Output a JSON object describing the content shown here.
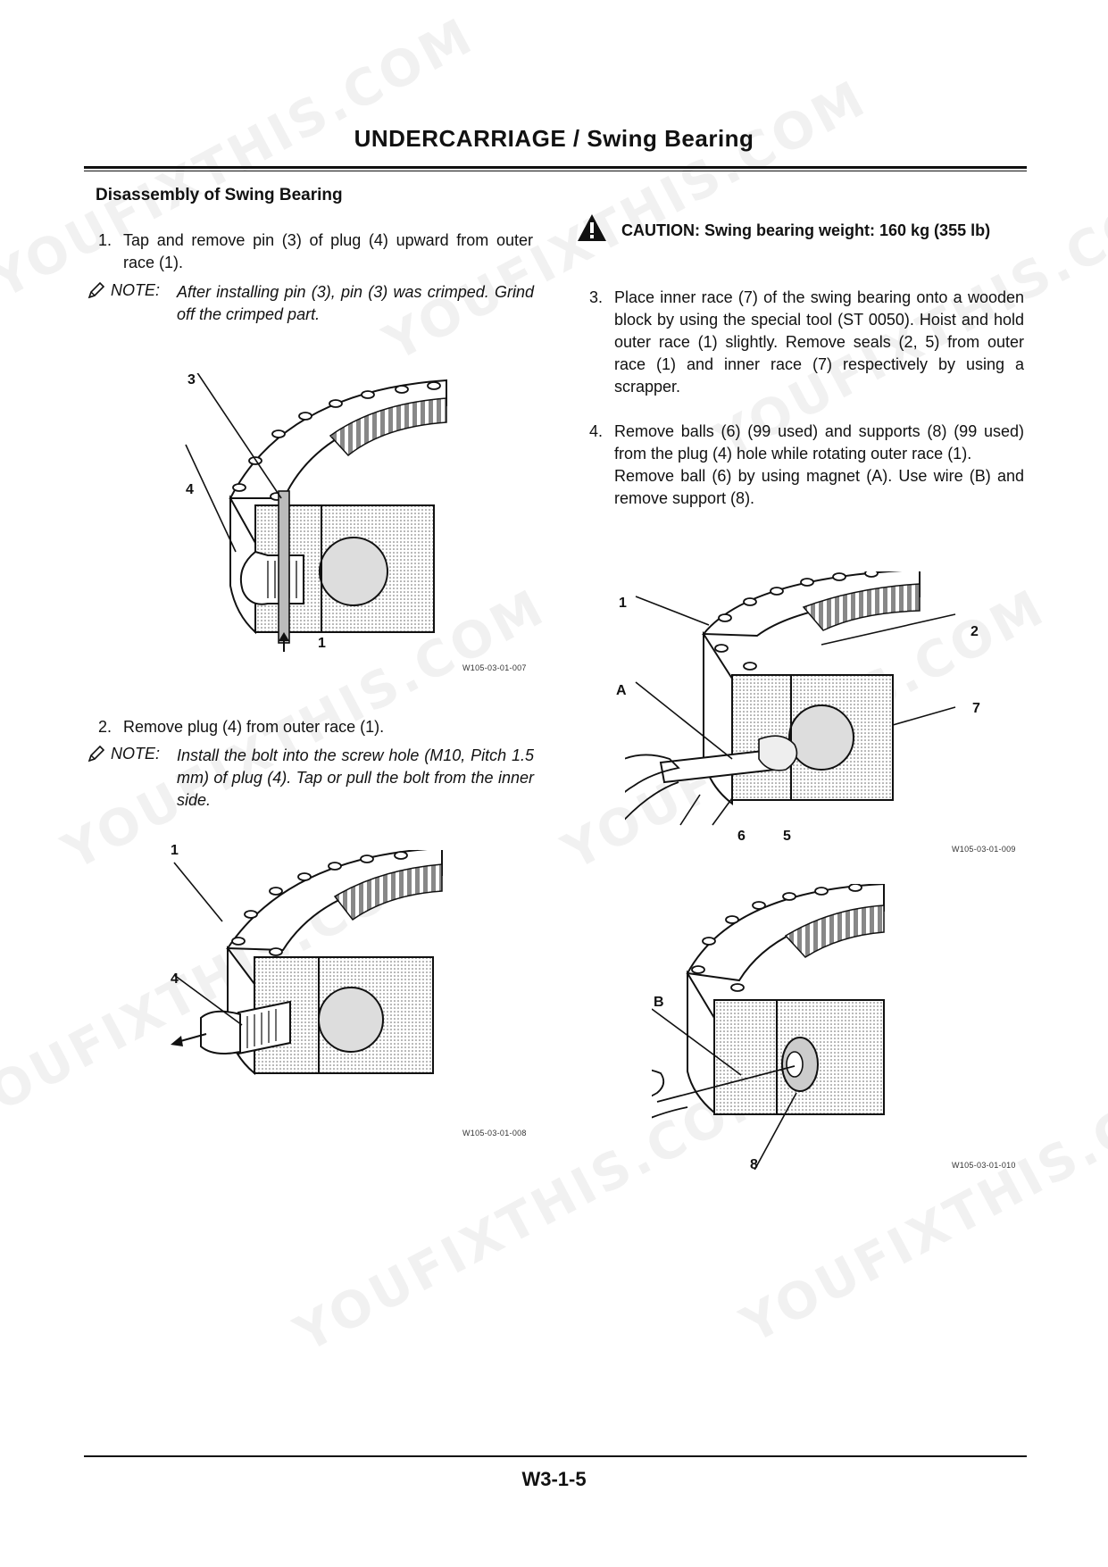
{
  "header": {
    "title": "UNDERCARRIAGE / Swing Bearing"
  },
  "section": {
    "title": "Disassembly of Swing Bearing"
  },
  "left": {
    "step1": {
      "num": "1.",
      "text": "Tap and remove pin (3) of plug (4) upward from outer race (1)."
    },
    "note1": {
      "label": "NOTE:",
      "text": "After installing pin (3), pin (3) was crimped. Grind off the crimped part."
    },
    "fig1": {
      "caption": "W105-03-01-007",
      "labels": [
        "3",
        "4",
        "1"
      ]
    },
    "step2": {
      "num": "2.",
      "text": "Remove plug (4) from outer race (1)."
    },
    "note2": {
      "label": "NOTE:",
      "text": "Install the bolt into the screw hole (M10, Pitch 1.5 mm) of plug (4). Tap or pull the bolt from the inner side."
    },
    "fig2": {
      "caption": "W105-03-01-008",
      "labels": [
        "1",
        "4"
      ]
    }
  },
  "right": {
    "caution": {
      "label": "CAUTION:",
      "text": "Swing bearing weight: 160 kg (355 lb)"
    },
    "step3": {
      "num": "3.",
      "text": "Place inner race (7) of the swing bearing onto a wooden block by using the special tool (ST 0050). Hoist and hold outer race (1) slightly. Remove seals (2, 5) from outer race (1) and inner race (7) respectively by using a scrapper."
    },
    "step4": {
      "num": "4.",
      "text": "Remove balls (6) (99 used) and supports (8) (99 used) from the plug (4) hole while rotating outer race (1).",
      "text2": "Remove ball (6) by using magnet (A). Use wire (B) and remove support (8)."
    },
    "fig3": {
      "caption": "W105-03-01-009",
      "labels": [
        "1",
        "2",
        "A",
        "7",
        "6",
        "5"
      ]
    },
    "fig4": {
      "caption": "W105-03-01-010",
      "labels": [
        "B",
        "8"
      ]
    }
  },
  "footer": {
    "page": "W3-1-5"
  },
  "watermark": {
    "text": "YOUFIXTHIS.COM"
  }
}
